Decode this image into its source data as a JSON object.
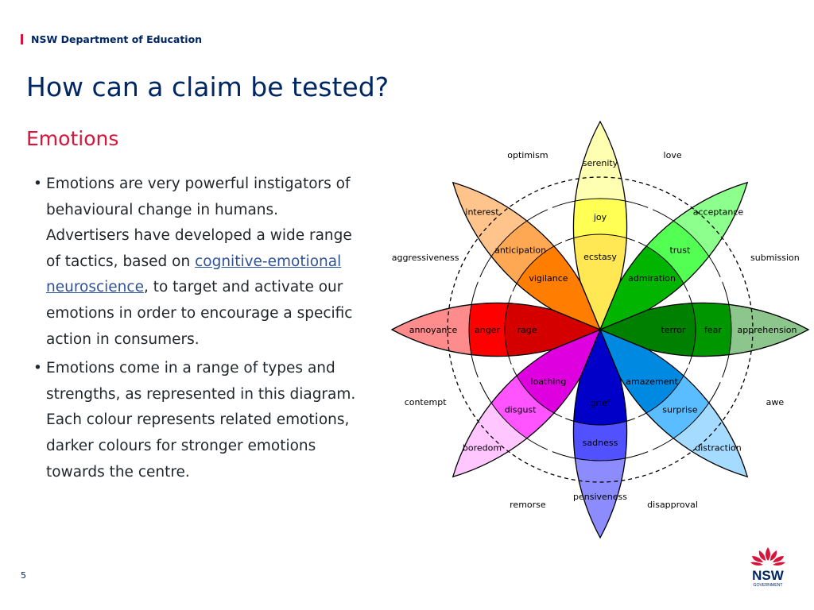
{
  "header": {
    "department": "NSW Department of Education"
  },
  "title": "How can a claim be tested?",
  "subtitle": "Emotions",
  "bullets": [
    {
      "before": "Emotions are very powerful instigators of behavioural change in humans. Advertisers have developed a wide range of tactics, based on ",
      "link": "cognitive-emotional neuroscience",
      "after": ", to target and activate our emotions in order to encourage a specific action in consumers."
    },
    {
      "text": "Emotions come in a range of types and strengths, as represented in this diagram. Each colour represents related emotions, darker colours for stronger emotions towards the centre."
    }
  ],
  "page_number": "5",
  "logo": {
    "text": "NSW",
    "subtext": "GOVERNMENT",
    "icon": "waratah-icon"
  },
  "wheel": {
    "petals": [
      {
        "id": "yellow",
        "inner": "ecstasy",
        "mid": "joy",
        "outer": "serenity",
        "colors": [
          "#ffe854",
          "#ffff54",
          "#ffffb1"
        ]
      },
      {
        "id": "green",
        "inner": "admiration",
        "mid": "trust",
        "outer": "acceptance",
        "colors": [
          "#00b400",
          "#54ff54",
          "#8cff8c"
        ]
      },
      {
        "id": "darkgreen",
        "inner": "terror",
        "mid": "fear",
        "outer": "apprehension",
        "colors": [
          "#008000",
          "#009600",
          "#8cc68c"
        ]
      },
      {
        "id": "blue",
        "inner": "amazement",
        "mid": "surprise",
        "outer": "distraction",
        "colors": [
          "#0089e0",
          "#59bdff",
          "#a5dbff"
        ]
      },
      {
        "id": "navy",
        "inner": "grief",
        "mid": "sadness",
        "outer": "pensiveness",
        "colors": [
          "#0000c8",
          "#5151ff",
          "#8c8cff"
        ]
      },
      {
        "id": "purple",
        "inner": "loathing",
        "mid": "disgust",
        "outer": "boredom",
        "colors": [
          "#de00de",
          "#ff54ff",
          "#ffc6ff"
        ]
      },
      {
        "id": "red",
        "inner": "rage",
        "mid": "anger",
        "outer": "annoyance",
        "colors": [
          "#d40000",
          "#ff0000",
          "#ff8c8c"
        ]
      },
      {
        "id": "orange",
        "inner": "vigilance",
        "mid": "anticipation",
        "outer": "interest",
        "colors": [
          "#ff7d00",
          "#ffa854",
          "#ffc48c"
        ]
      }
    ],
    "dyads": [
      "love",
      "submission",
      "awe",
      "disapproval",
      "remorse",
      "contempt",
      "aggressiveness",
      "optimism"
    ]
  }
}
